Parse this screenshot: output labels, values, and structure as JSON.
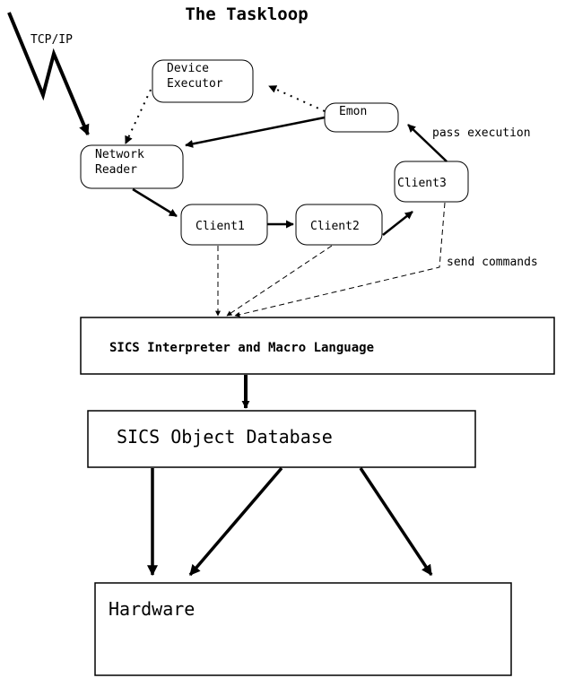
{
  "title": "The Taskloop",
  "labels": {
    "tcpip": "TCP/IP",
    "pass_execution": "pass execution",
    "send_commands": "send commands"
  },
  "nodes": {
    "device_executor": {
      "line1": "Device",
      "line2": "Executor"
    },
    "emon": "Emon",
    "network_reader": {
      "line1": "Network",
      "line2": "Reader"
    },
    "client1": "Client1",
    "client2": "Client2",
    "client3": "Client3"
  },
  "boxes": {
    "interpreter": "SICS Interpreter and Macro Language",
    "object_database": "SICS Object Database",
    "hardware": "Hardware"
  }
}
